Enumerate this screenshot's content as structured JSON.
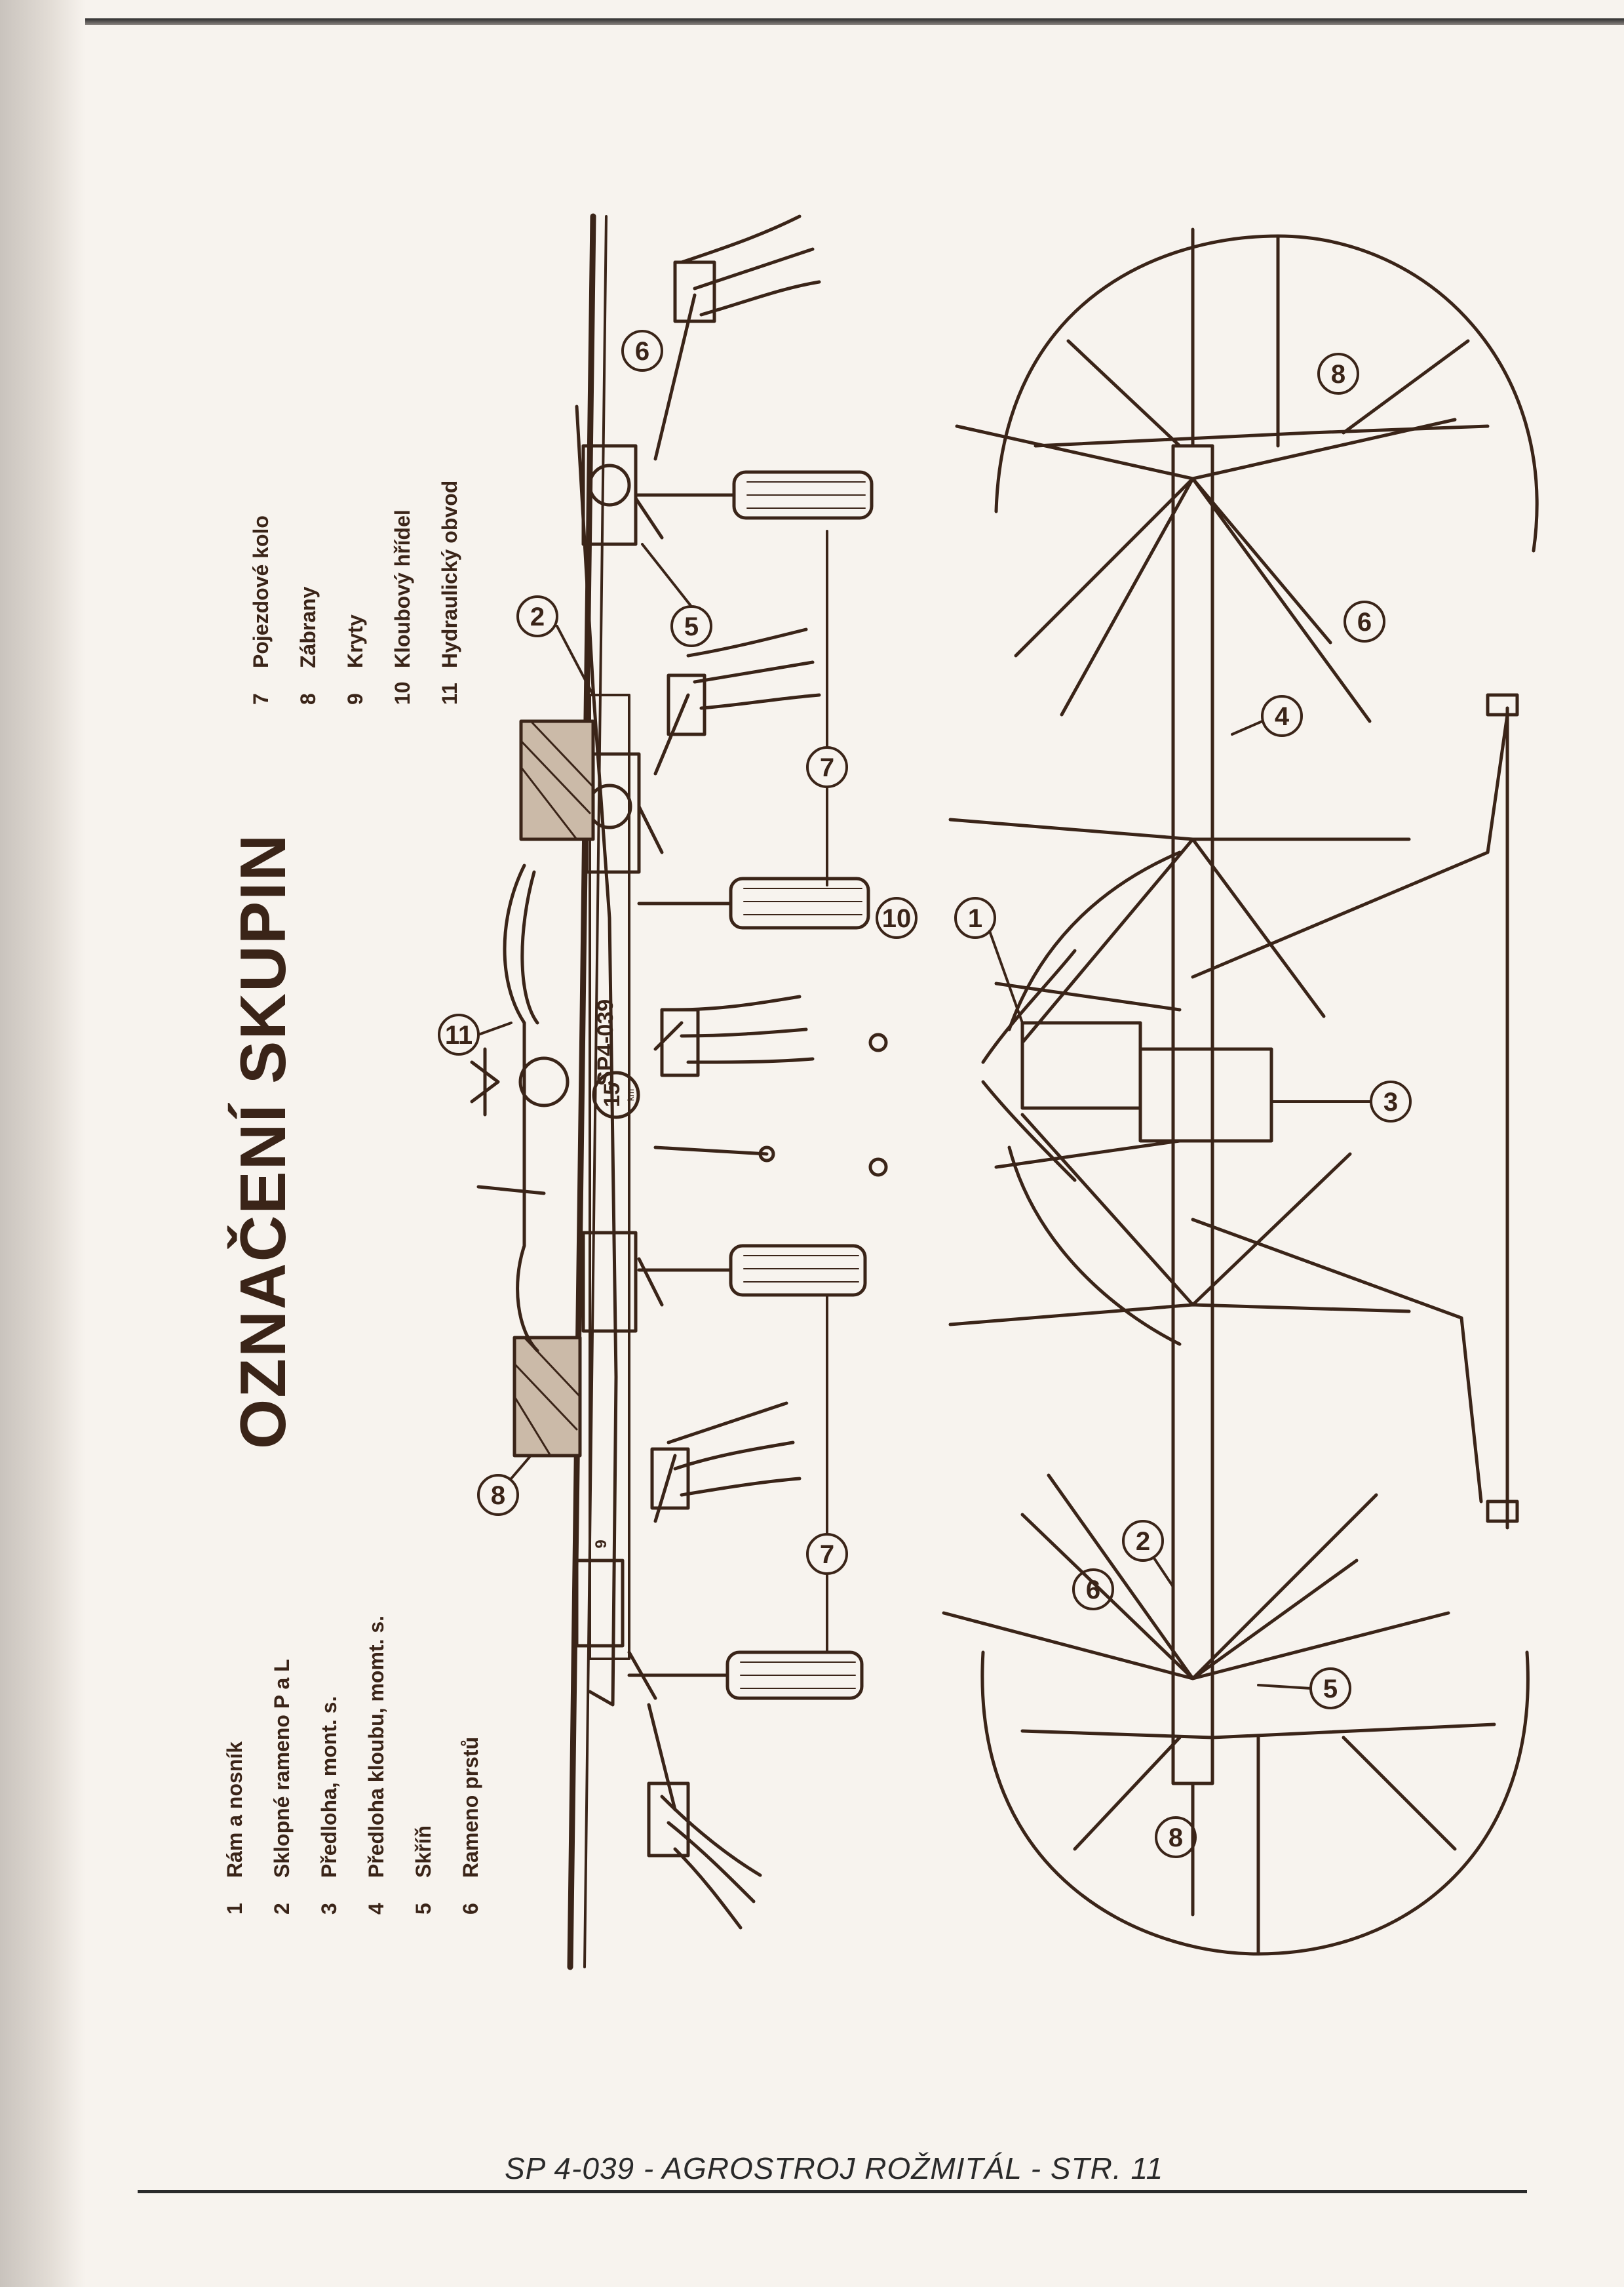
{
  "title": "OZNAČENÍ SKUPIN",
  "legend": [
    {
      "num": "1",
      "label": "Rám a nosník"
    },
    {
      "num": "2",
      "label": "Sklopné rameno P a L"
    },
    {
      "num": "3",
      "label": "Předloha, mont. s."
    },
    {
      "num": "4",
      "label": "Předloha kloubu, momt. s."
    },
    {
      "num": "5",
      "label": "Skříň"
    },
    {
      "num": "6",
      "label": "Rameno prstů"
    },
    {
      "num": "7",
      "label": "Pojezdové kolo"
    },
    {
      "num": "8",
      "label": "Zábrany"
    },
    {
      "num": "9",
      "label": "Kryty"
    },
    {
      "num": "10",
      "label": "Kloubový hřídel"
    },
    {
      "num": "11",
      "label": "Hydraulický obvod"
    }
  ],
  "callouts": {
    "top_6": "6",
    "top_5": "5",
    "top_2": "2",
    "top_7a": "7",
    "top_7b": "7",
    "top_11": "11",
    "top_8": "8",
    "bot_8a": "8",
    "bot_6a": "6",
    "bot_4": "4",
    "bot_10": "10",
    "bot_1": "1",
    "bot_3": "3",
    "bot_2": "2",
    "bot_6b": "6",
    "bot_5": "5",
    "bot_8b": "8"
  },
  "plate_model": "SP4-039",
  "plate_speed": "15",
  "plate_speed_unit": "km",
  "part_label_9": "9",
  "footer": "SP 4-039 - AGROSTROJ ROŽMITÁL - STR. 11",
  "colors": {
    "ink": "#3a2418",
    "paper": "#f7f3ee"
  }
}
